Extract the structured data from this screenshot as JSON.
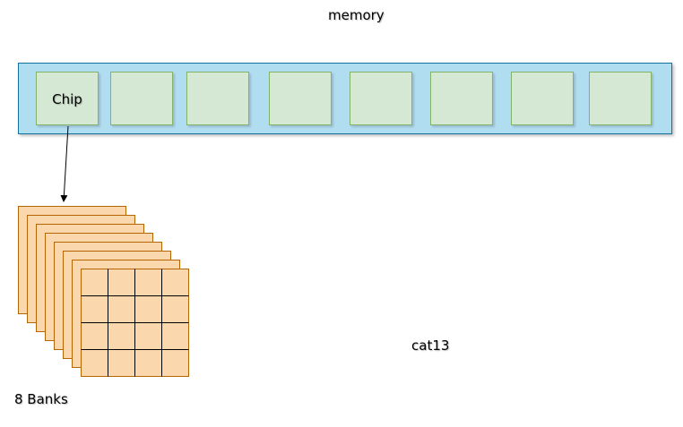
{
  "diagram": {
    "title": "memory",
    "chip_label": "Chip",
    "chip_count": 8,
    "bank_count": 8,
    "bank_grid": {
      "rows": 4,
      "cols": 4
    },
    "banks_label": "8 Banks",
    "footer_label": "cat13"
  },
  "colors": {
    "memory_fill": "#b1ddf0",
    "memory_border": "#10739e",
    "chip_fill": "#d5e8d4",
    "chip_border": "#82b366",
    "bank_fill": "#fad7ac",
    "bank_border": "#b46504",
    "arrow": "#000000"
  }
}
